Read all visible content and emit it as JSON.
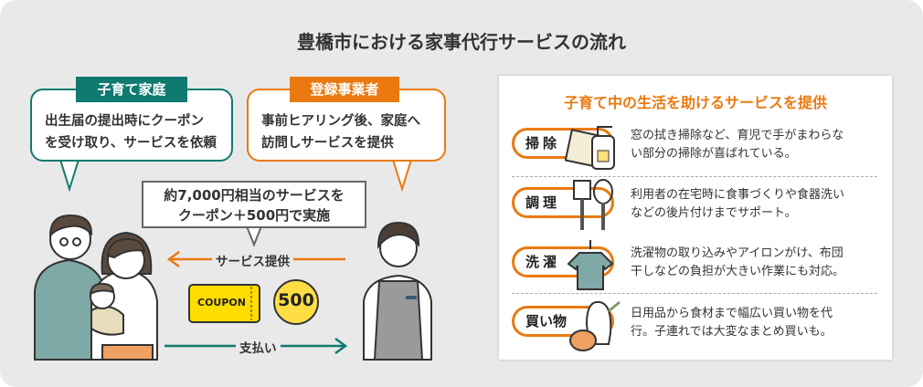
{
  "title": "豊橋市における家事代行サービスの流れ",
  "family": {
    "label": "子育て家庭",
    "text1": "出生届の提出時にクーポン",
    "text2": "を受け取り、サービスを依頼"
  },
  "provider": {
    "label": "登録事業者",
    "text1": "事前ヒアリング後、家庭へ",
    "text2": "訪問しサービスを提供"
  },
  "center": {
    "line1": "約7,000円相当のサービスを",
    "line2": "クーポン＋500円で実施"
  },
  "service_arrow": "サービス提供",
  "payment_arrow": "支払い",
  "coupon": "COUPON",
  "coin": "500",
  "colors": {
    "teal": "#0f7a70",
    "orange": "#ea7a10",
    "yellow": "#ffdd00"
  },
  "panel": {
    "heading": "子育て中の生活を助けるサービスを提供",
    "items": [
      {
        "label": "掃除",
        "icon": "cleaning-icon",
        "text1": "窓の拭き掃除など、育児で手がまわらな",
        "text2": "い部分の掃除が喜ばれている。"
      },
      {
        "label": "調理",
        "icon": "cooking-icon",
        "text1": "利用者の在宅時に食事づくりや食器洗い",
        "text2": "などの後片付けまでサポート。"
      },
      {
        "label": "洗濯",
        "icon": "laundry-icon",
        "text1": "洗濯物の取り込みやアイロンがけ、布団",
        "text2": "干しなどの負担が大きい作業にも対応。"
      },
      {
        "label": "買い物",
        "icon": "shopping-icon",
        "text1": "日用品から食材まで幅広い買い物を代",
        "text2": "行。子連れでは大変なまとめ買いも。"
      }
    ]
  }
}
